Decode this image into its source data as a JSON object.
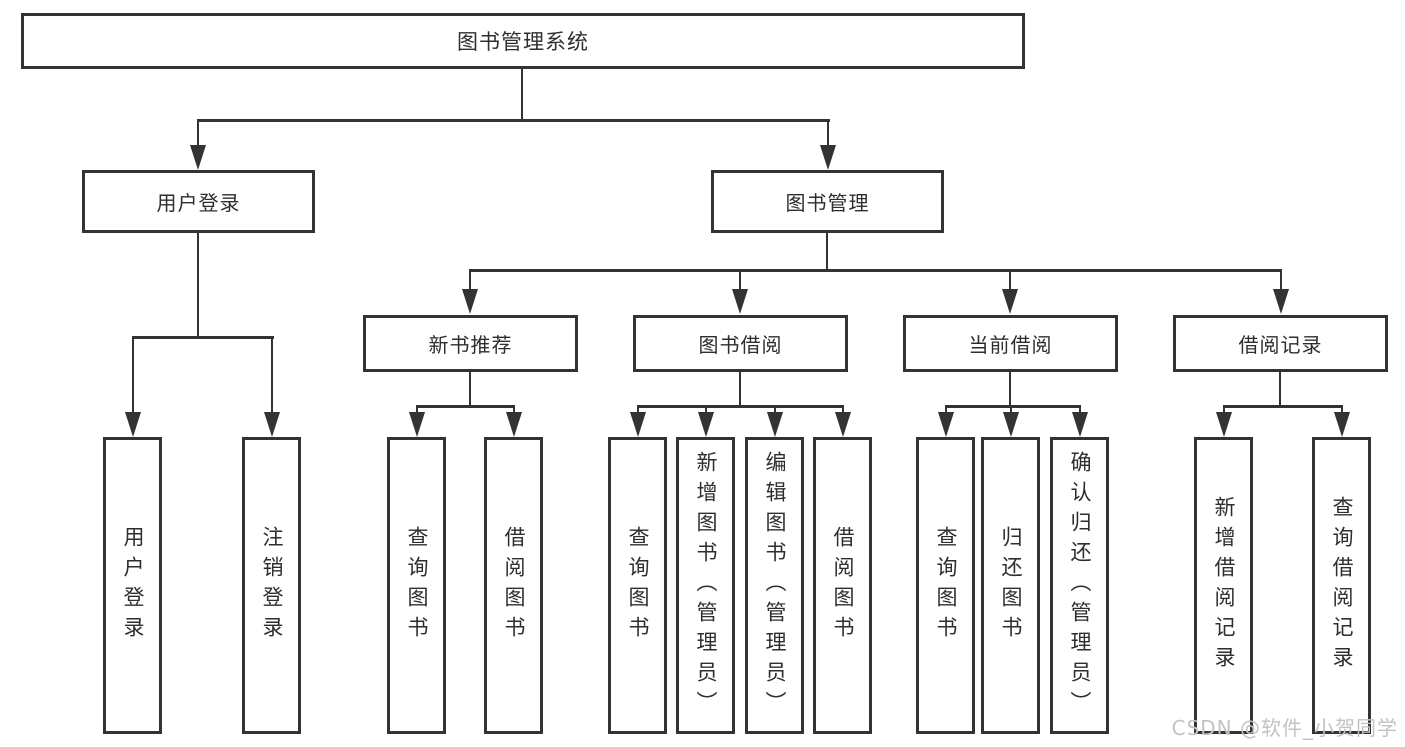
{
  "nodes": {
    "root": "图书管理系统",
    "level2": {
      "user_login": "用户登录",
      "book_management": "图书管理"
    },
    "level3": {
      "new_book_recommend": "新书推荐",
      "book_borrowing": "图书借阅",
      "current_borrowing": "当前借阅",
      "borrowing_records": "借阅记录"
    },
    "leaves": {
      "user_login": [
        "用户登录",
        "注销登录"
      ],
      "new_book_recommend": [
        "查询图书",
        "借阅图书"
      ],
      "book_borrowing": [
        "查询图书",
        "新增图书（管理员）",
        "编辑图书（管理员）",
        "借阅图书"
      ],
      "current_borrowing": [
        "查询图书",
        "归还图书",
        "确认归还（管理员）"
      ],
      "borrowing_records": [
        "新增借阅记录",
        "查询借阅记录"
      ]
    }
  },
  "watermark": {
    "text": "CSDN @软件_小贺同学"
  },
  "colors": {
    "line": "#333333",
    "text": "#2e2e2e",
    "watermark": "#c3c3c3",
    "background": "#ffffff"
  }
}
